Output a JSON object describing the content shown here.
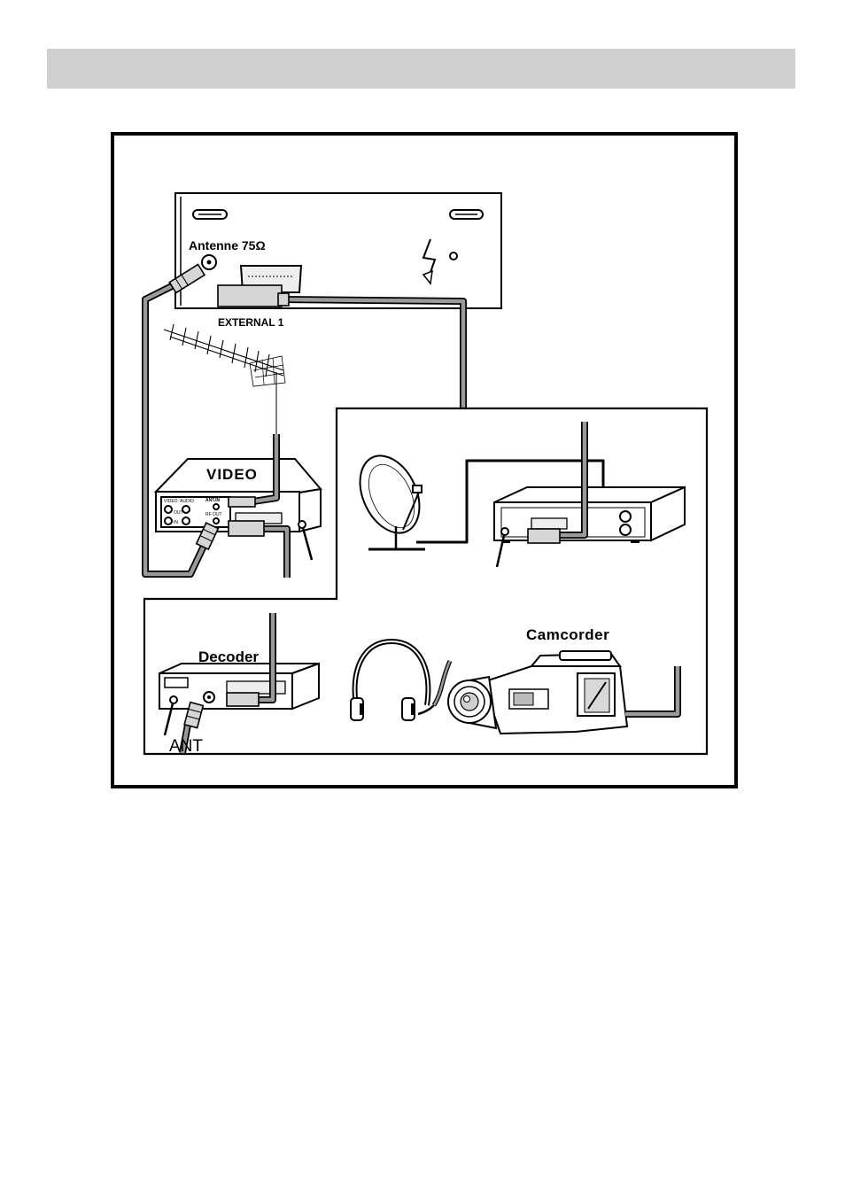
{
  "tv_panel": {
    "antenna_label": "Antenne 75Ω",
    "scart_label": "EXTERNAL 1"
  },
  "vcr": {
    "title": "VIDEO",
    "port_video": "VIDEO",
    "port_audio": "AUDIO",
    "port_out": "OUT",
    "port_in": "IN",
    "port_ant_in": "ANT.IN",
    "port_rf_out": "RF OUT"
  },
  "decoder": {
    "title": "Decoder",
    "ant_label": "ANT"
  },
  "camcorder": {
    "title": "Camcorder"
  },
  "colors": {
    "header_bar": "#d0d0d0",
    "cable": "#9a9a9a"
  }
}
